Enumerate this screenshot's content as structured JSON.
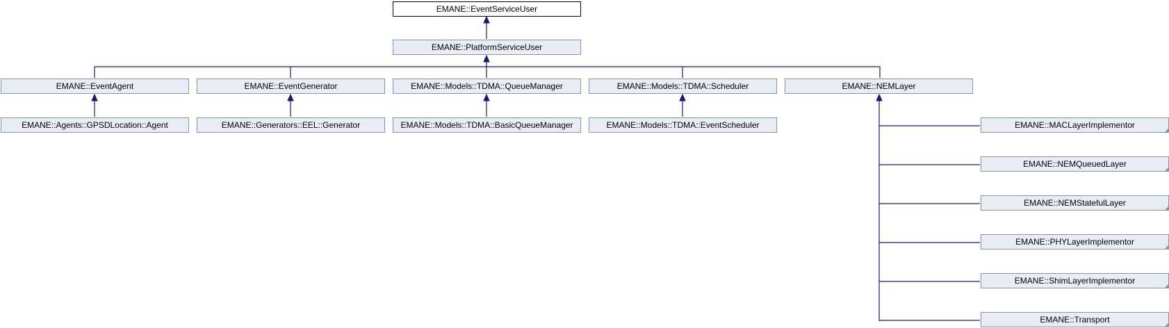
{
  "nodes": {
    "event_service_user": "EMANE::EventServiceUser",
    "platform_service_user": "EMANE::PlatformServiceUser",
    "event_agent": "EMANE::EventAgent",
    "event_generator": "EMANE::EventGenerator",
    "queue_manager": "EMANE::Models::TDMA::QueueManager",
    "scheduler": "EMANE::Models::TDMA::Scheduler",
    "nem_layer": "EMANE::NEMLayer",
    "gpsd_agent": "EMANE::Agents::GPSDLocation::Agent",
    "eel_generator": "EMANE::Generators::EEL::Generator",
    "basic_queue_manager": "EMANE::Models::TDMA::BasicQueueManager",
    "event_scheduler": "EMANE::Models::TDMA::EventScheduler",
    "mac_layer_implementor": "EMANE::MACLayerImplementor",
    "nem_queued_layer": "EMANE::NEMQueuedLayer",
    "nem_stateful_layer": "EMANE::NEMStatefulLayer",
    "phy_layer_implementor": "EMANE::PHYLayerImplementor",
    "shim_layer_implementor": "EMANE::ShimLayerImplementor",
    "transport": "EMANE::Transport"
  },
  "colors": {
    "edge": "#191970",
    "node_fill": "#e8edf4",
    "node_border": "#8492b8",
    "root_border": "#000000"
  }
}
